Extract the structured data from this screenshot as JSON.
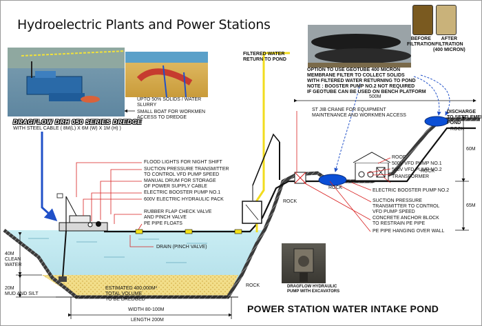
{
  "title": "Hydroelectric Plants and Power Stations",
  "dredge": {
    "name": "DRAGFLOW DRH 050 SERIES DREDGE",
    "cable": "WITH STEEL CABLE ( 8M(L) X 6M (W) X 1M (H) )",
    "slurry": "UPTO 50% SOLIDS / WATER\nSLURRY",
    "boat": "SMALL BOAT FOR WORKMEN\nACCESS TO DREDGE"
  },
  "filtered_water": "FILTERED WATER\nRETURN TO POND",
  "filtration": {
    "before": "BEFORE\nFILTRATION",
    "after": "AFTER\nFILTRATION\n(400 MICRON)"
  },
  "geotube_note": "OPTION TO USE GEOTUBE 400 MICRON\nMEMBRANE FILTER TO COLLECT SOLIDS\nWITH FILTERED WATER RETURNING TO POND\nNOTE : BOOSTER PUMP NO.2 NOT REQUIRED\nIF GEOTUBE CAN BE USED ON BENCH PLATFORM",
  "dimensions": {
    "horizontal": "500M",
    "upper": "60M",
    "lower": "65M",
    "clean_water": "40M\nCLEAN\nWATER",
    "mud": "20M\nMUD AND SILT",
    "width": "WIDTH 80-100M",
    "length": "LENGTH 200M"
  },
  "discharge": "DISCHARGE\nTO SETTLEMENT\nPOND",
  "crane": "ST JIB CRANE FOR EQUIPMENT\nMAINTENANCE AND WORKMEN ACCESS",
  "plant_labels": {
    "roof": "ROOF",
    "vfd1": "500V VFD PUMP NO.1",
    "vfd2": "500V VFD PUMP NO.2",
    "transformer": "TRANSFORMER",
    "booster2": "ELECTRIC BOOSTER PUMP NO.2",
    "suction2": "SUCTION PRESSURE\nTRANSMITTER TO CONTROL\nVFD PUMP SPEED",
    "anchor": "CONCRETE ANCHOR BLOCK\nTO RESTRAIN PE PIPE",
    "hanging": "PE PIPE HANGING OVER WALL"
  },
  "rock": "ROCK",
  "left_labels": {
    "flood": "FLOOD LIGHTS FOR NIGHT SHIFT",
    "suction": "SUCTION PRESSURE TRANSMITTER\nTO CONTROL VFD PUMP SPEED",
    "drum": "MANUAL DRUM FOR STORAGE\nOF POWER SUPPLY CABLE",
    "booster1": "ELECTRIC BOOSTER PUMP NO.1",
    "hydraulic": "600V ELECTRIC HYDRAULIC PACK",
    "valve": "RUBBER FLAP CHECK VALVE\nAND PINCH VALVE",
    "floats": "PE PIPE FLOATS",
    "drain": "DRAIN (PINCH VALVE)"
  },
  "volume": "ESTIMATED 400,000M³\nTOTAL VOLUME\nTO BE DREDGED",
  "excavator": "DRAGFLOW HYDRAULIC\nPUMP WITH EXCAVATORS",
  "pond_title": "POWER STATION WATER INTAKE POND",
  "colors": {
    "water": "#bfe6ee",
    "mud": "#f1de8c",
    "pipe": "#111111",
    "float": "#f4e21a",
    "geotube": "#0b4fd6",
    "arrow": "#2050c8",
    "leader": "#d81e1e"
  }
}
